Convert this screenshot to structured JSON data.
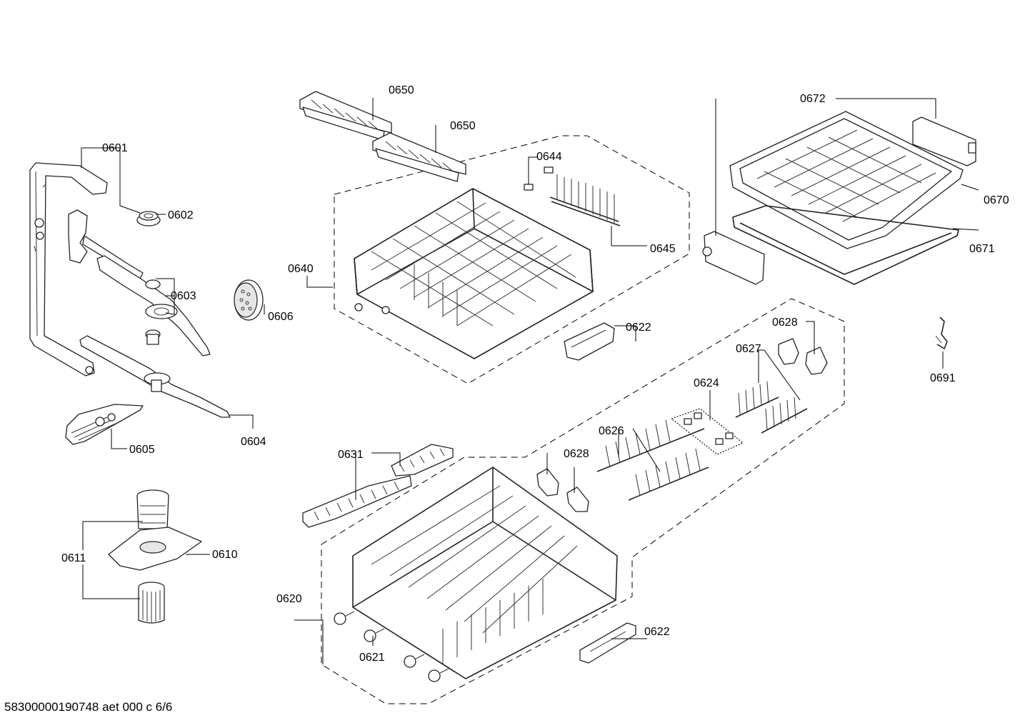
{
  "labels": {
    "p0601": "0601",
    "p0602": "0602",
    "p0603": "0603",
    "p0604": "0604",
    "p0605": "0605",
    "p0606": "0606",
    "p0610": "0610",
    "p0611": "0611",
    "p0620": "0620",
    "p0621": "0621",
    "p0622_top": "0622",
    "p0622_bottom": "0622",
    "p0624": "0624",
    "p0626": "0626",
    "p0627": "0627",
    "p0628_top": "0628",
    "p0628_mid": "0628",
    "p0631": "0631",
    "p0640": "0640",
    "p0644": "0644",
    "p0645": "0645",
    "p0650_a": "0650",
    "p0650_b": "0650",
    "p0670": "0670",
    "p0671": "0671",
    "p0672": "0672",
    "p0691": "0691"
  },
  "footer": {
    "document_id": "58300000190748 aet 000 c 6/6"
  }
}
